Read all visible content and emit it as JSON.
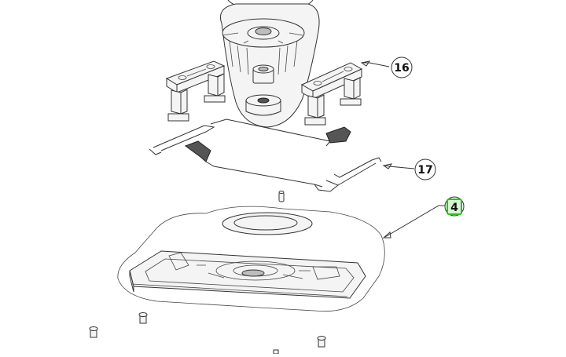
{
  "callouts": [
    {
      "id": "callout-16",
      "label": "16",
      "highlighted": false
    },
    {
      "id": "callout-17",
      "label": "17",
      "highlighted": false
    },
    {
      "id": "callout-4",
      "label": "4",
      "highlighted": true
    }
  ],
  "colors": {
    "line": "#333333",
    "highlight_border": "#22c322",
    "highlight_fill": "#d6f5d0"
  }
}
